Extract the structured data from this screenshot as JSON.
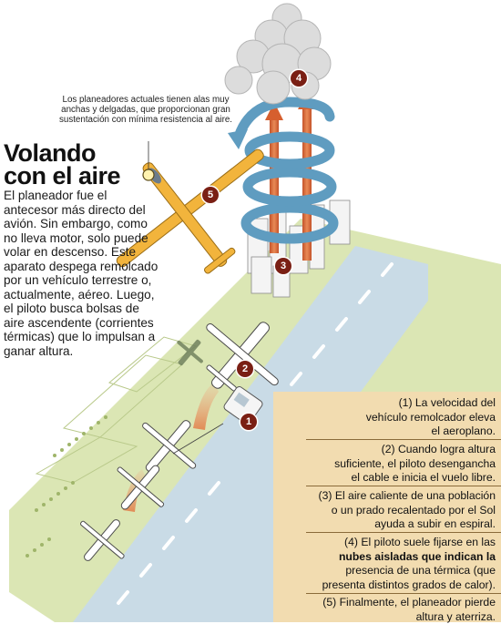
{
  "title": [
    "Volando",
    "con el aire"
  ],
  "intro": "El planeador fue el antecesor más directo del avión. Sin embargo, como no lleva motor, solo puede volar en descenso. Este aparato despega remolcado por un vehículo terrestre o, actualmente, aéreo. Luego, el piloto busca bolsas de aire ascendente (corrientes térmicas) que lo impulsan a ganar altura.",
  "callout": "Los planeadores actuales tienen alas muy anchas y delgadas, que proporcionan gran sustentación con mínima resistencia al aire.",
  "markers": [
    "1",
    "2",
    "3",
    "4",
    "5"
  ],
  "steps": [
    [
      "(1) La velocidad del",
      "vehículo remolcador eleva",
      "el aeroplano."
    ],
    [
      "(2) Cuando logra altura",
      "suficiente, el piloto desengancha",
      "el cable e inicia el vuelo libre."
    ],
    [
      "(3) El aire caliente de una población",
      "o un prado recalentado por el Sol",
      "ayuda a subir en espiral."
    ],
    [
      "(4) El piloto suele fijarse en las",
      "nubes aisladas que indican la",
      "presencia de una térmica (que",
      "presenta distintos grados de calor)."
    ],
    [
      "(5) Finalmente, el planeador pierde",
      "altura y aterriza."
    ]
  ],
  "colors": {
    "grass": "#dbe6b4",
    "runway": "#c9dbe6",
    "spiral": "#5f9cc0",
    "thermal": "#d96a32",
    "glider": "#f2b43c",
    "marker": "#7a1f14",
    "legend": "#f2dcb0"
  }
}
